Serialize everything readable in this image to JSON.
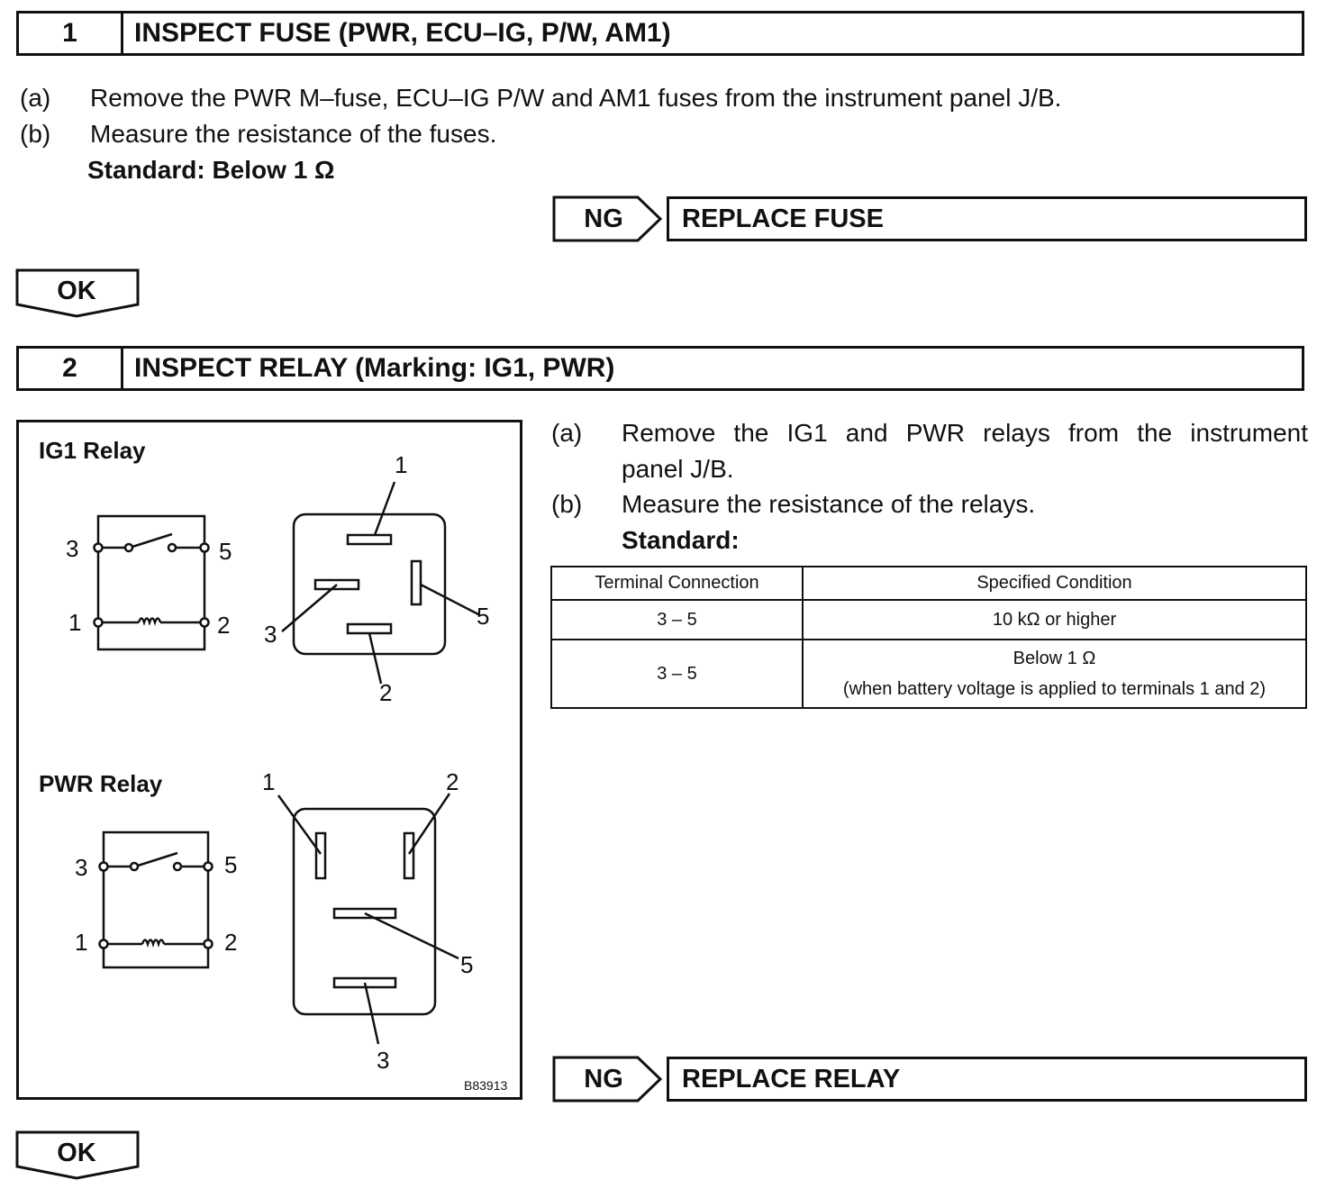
{
  "step1": {
    "number": "1",
    "title": "INSPECT FUSE (PWR, ECU–IG, P/W, AM1)",
    "items": [
      {
        "label": "(a)",
        "text": "Remove the PWR M–fuse, ECU–IG P/W and AM1 fuses from the instrument panel J/B."
      },
      {
        "label": "(b)",
        "text": "Measure the resistance of the fuses."
      }
    ],
    "standard": "Standard: Below 1 Ω",
    "ng_label": "NG",
    "ng_action": "REPLACE FUSE",
    "ok_label": "OK"
  },
  "step2": {
    "number": "2",
    "title": "INSPECT RELAY (Marking: IG1, PWR)",
    "items": [
      {
        "label": "(a)",
        "line1": "Remove the IG1 and PWR relays from the instrument",
        "line2": "panel J/B."
      },
      {
        "label": "(b)",
        "text": "Measure the resistance of the relays."
      }
    ],
    "standard": "Standard:",
    "table": {
      "headers": [
        "Terminal Connection",
        "Specified Condition"
      ],
      "rows": [
        {
          "terminal": "3 – 5",
          "condition": "10 kΩ or higher",
          "condition2": ""
        },
        {
          "terminal": "3 – 5",
          "condition": "Below 1 Ω",
          "condition2": "(when battery voltage is applied to terminals 1 and 2)"
        }
      ]
    },
    "ng_label": "NG",
    "ng_action": "REPLACE RELAY",
    "ok_label": "OK"
  },
  "diagram": {
    "ig1_title": "IG1 Relay",
    "pwr_title": "PWR Relay",
    "figure_code": "B83913",
    "ig1_schematic_labels": [
      "3",
      "5",
      "1",
      "2"
    ],
    "ig1_connector_labels": [
      "1",
      "3",
      "5",
      "2"
    ],
    "pwr_schematic_labels": [
      "3",
      "5",
      "1",
      "2"
    ],
    "pwr_connector_labels": [
      "1",
      "2",
      "5",
      "3"
    ]
  }
}
